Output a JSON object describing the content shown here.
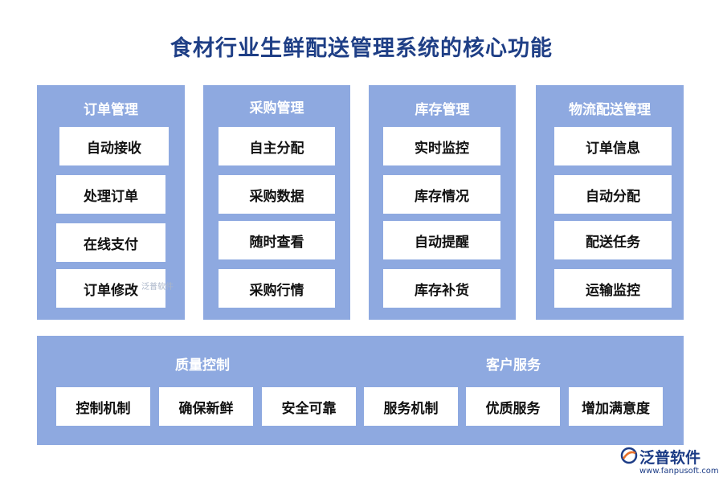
{
  "title": "食材行业生鲜配送管理系统的核心功能",
  "colors": {
    "panel": "#8ea9e0",
    "title": "#1f3f86",
    "box": "#ffffff"
  },
  "columns": [
    {
      "heading": "订单管理",
      "items": [
        "自动接收",
        "处理订单",
        "在线支付",
        "订单修改"
      ]
    },
    {
      "heading": "采购管理",
      "items": [
        "自主分配",
        "采购数据",
        "随时查看",
        "采购行情"
      ]
    },
    {
      "heading": "库存管理",
      "items": [
        "实时监控",
        "库存情况",
        "自动提醒",
        "库存补货"
      ]
    },
    {
      "heading": "物流配送管理",
      "items": [
        "订单信息",
        "自动分配",
        "配送任务",
        "运输监控"
      ]
    }
  ],
  "bottom": {
    "quality": {
      "heading": "质量控制",
      "items": [
        "控制机制",
        "确保新鲜",
        "安全可靠"
      ]
    },
    "service": {
      "heading": "客户服务",
      "items": [
        "服务机制",
        "优质服务",
        "增加满意度"
      ]
    }
  },
  "watermark": "泛普软件",
  "logo": {
    "name": "泛普软件",
    "url": "www.fanpusoft.com"
  }
}
